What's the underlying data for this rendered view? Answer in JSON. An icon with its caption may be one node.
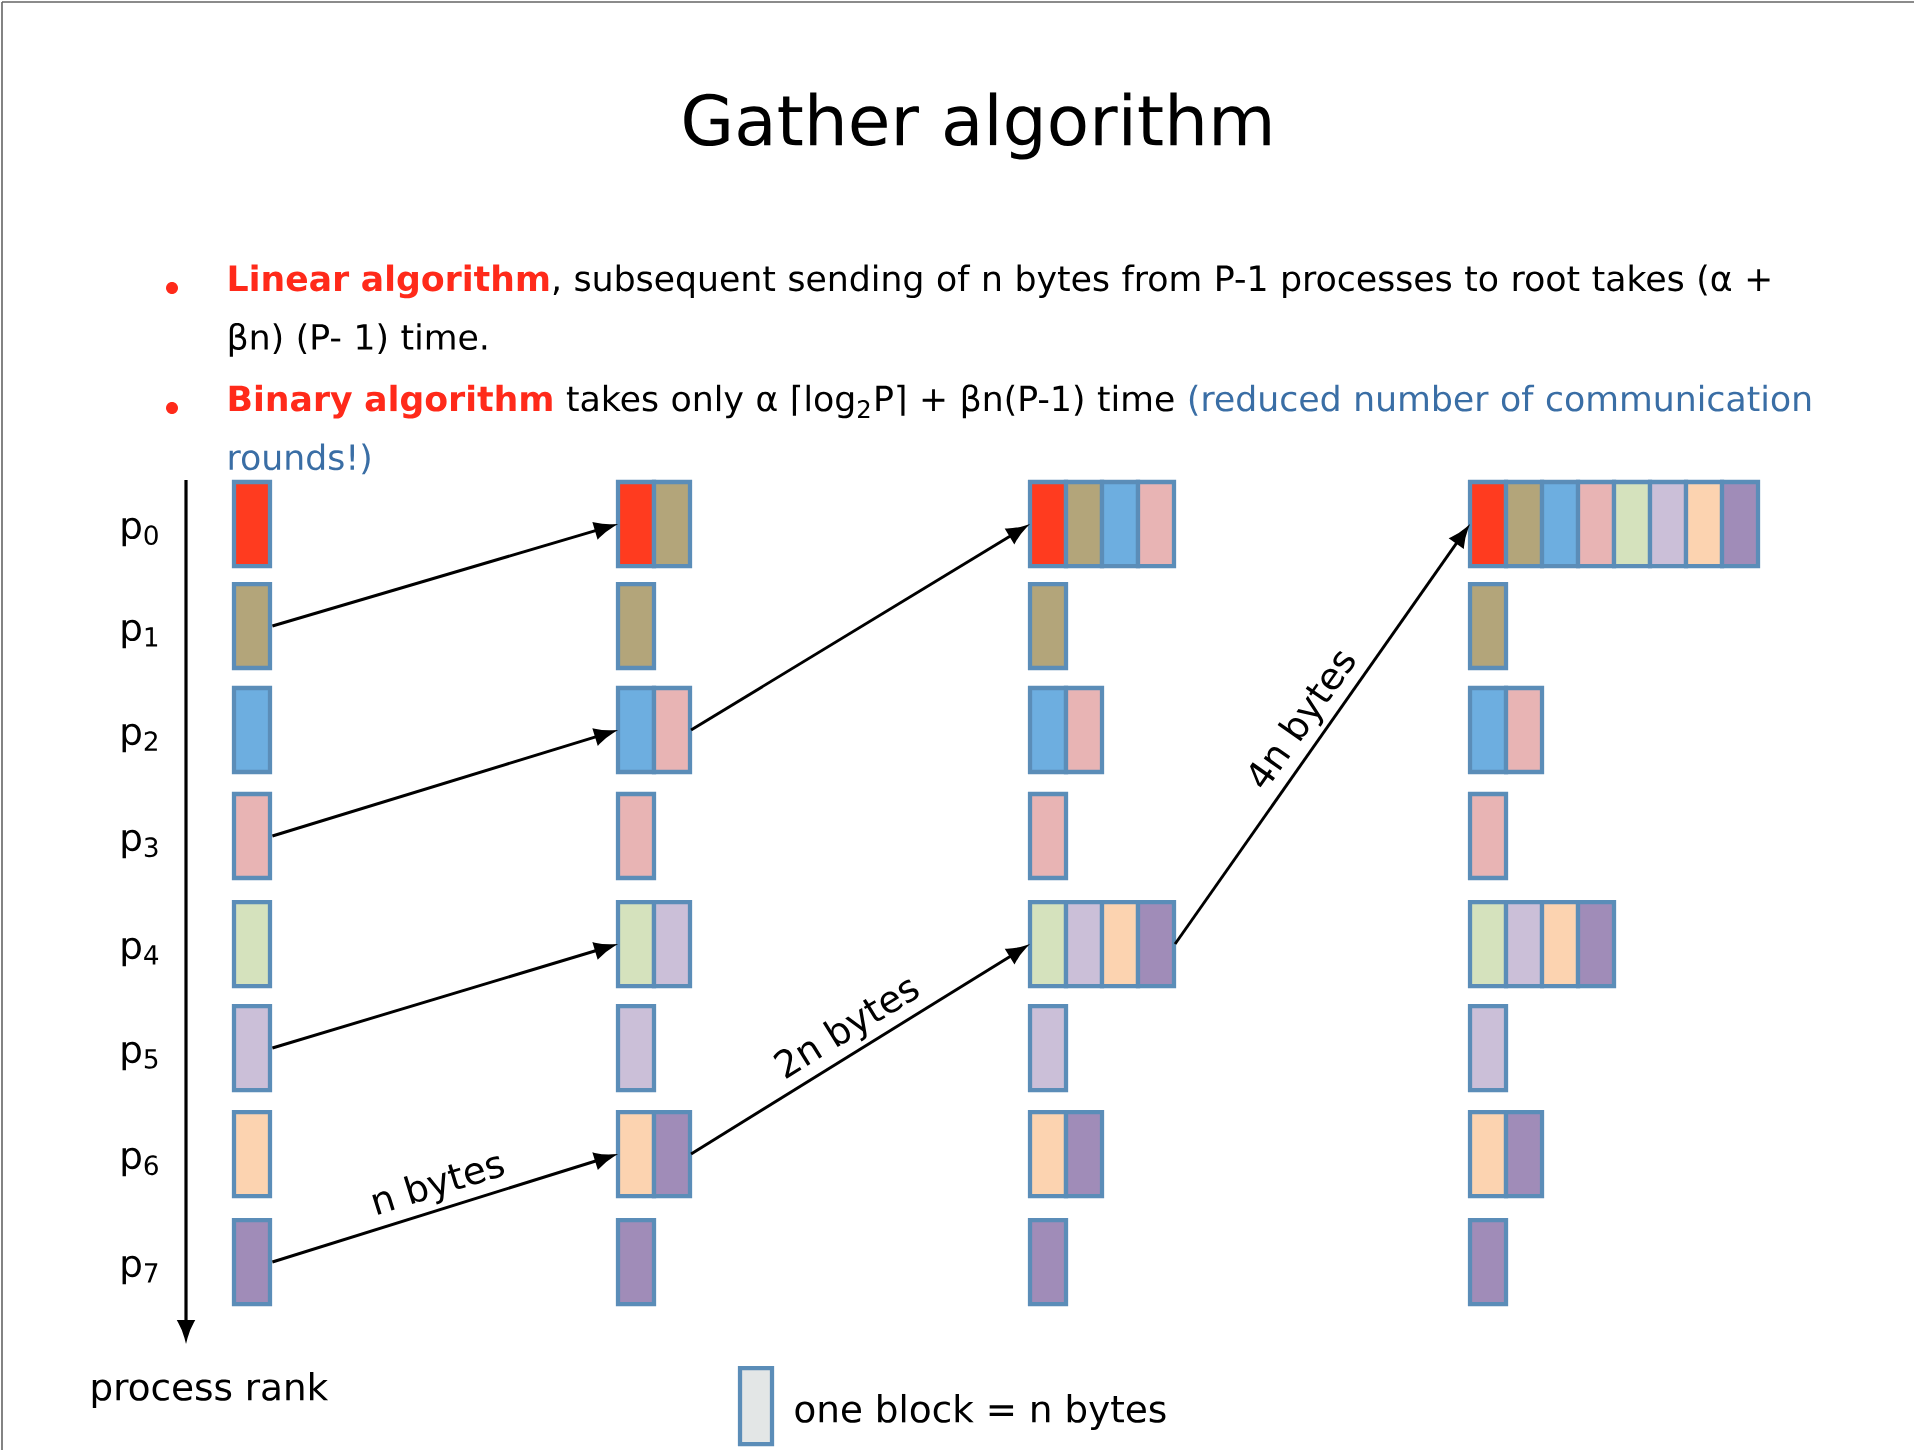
{
  "diagram": {
    "title": "Gather algorithm",
    "nodes": [
      {
        "text": [],
        "shape": "box"
      },
      {
        "text": [],
        "shape": "box"
      },
      {
        "text": [],
        "shape": "box"
      },
      {
        "text": [],
        "shape": "box"
      },
      {
        "text": [],
        "shape": "box"
      },
      {
        "text": [],
        "shape": "box"
      },
      {
        "text": [],
        "shape": "box"
      },
      {
        "text": [],
        "shape": "box"
      },
      {
        "text": [],
        "shape": "box"
      },
      {
        "text": [],
        "shape": "box"
      },
      {
        "text": [],
        "shape": "box"
      },
      {
        "text": [],
        "shape": "box"
      },
      {
        "text": [],
        "shape": "box"
      },
      {
        "text": [],
        "shape": "box"
      },
      {
        "text": [],
        "shape": "box"
      },
      {
        "text": [],
        "shape": "box"
      },
      {
        "text": [],
        "shape": "box"
      },
      {
        "text": [],
        "shape": "box"
      },
      {
        "text": [],
        "shape": "box"
      },
      {
        "text": [],
        "shape": "box"
      },
      {
        "text": [],
        "shape": "box"
      },
      {
        "text": [],
        "shape": "box"
      },
      {
        "text": [],
        "shape": "box"
      },
      {
        "text": [],
        "shape": "box"
      },
      {
        "text": [],
        "shape": "box"
      },
      {
        "text": [],
        "shape": "box"
      },
      {
        "text": [],
        "shape": "box"
      },
      {
        "text": [],
        "shape": "box"
      },
      {
        "text": [],
        "shape": "box"
      },
      {
        "text": [],
        "shape": "box"
      },
      {
        "text": [],
        "shape": "box"
      },
      {
        "text": [],
        "shape": "box"
      }
    ],
    "edges": [
      {
        "from": 1,
        "to": 8,
        "arrow": "to"
      },
      {
        "from": 3,
        "to": 10,
        "arrow": "to"
      },
      {
        "from": 5,
        "to": 12,
        "arrow": "to"
      },
      {
        "from": 7,
        "to": 14,
        "arrow": "to",
        "label": "n bytes"
      },
      {
        "from": 10,
        "to": 16,
        "arrow": "to"
      },
      {
        "from": 14,
        "to": 20,
        "arrow": "to",
        "label": "2n bytes"
      },
      {
        "from": 20,
        "to": 24,
        "arrow": "to",
        "label": "4n bytes"
      }
    ],
    "labels": [
      "Linear algorithm",
      ", subsequent sending of n bytes from P-1 processes to root takes (α + βn) (P- 1) time.",
      "Binary algorithm",
      "takes only α ⌈log$_{2}$P⌉ + βn(P-1) time",
      "(reduced number of communication rounds!)",
      "p$_{0}$",
      "p$_{1}$",
      "p$_{2}$",
      "p$_{3}$",
      "p$_{4}$",
      "p$_{5}$",
      "p$_{6}$",
      "p$_{7}$",
      "process rank"
    ],
    "legend": [
      {
        "text": "one block = n bytes",
        "color": "#e3e6e6"
      }
    ]
  }
}
